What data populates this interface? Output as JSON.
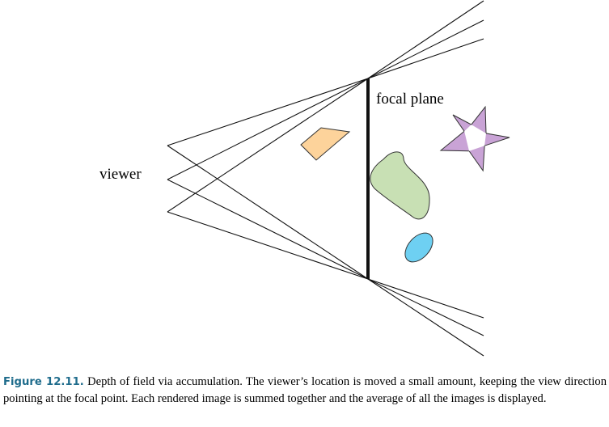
{
  "figure": {
    "labels": {
      "viewer": "viewer",
      "focal_plane": "focal plane"
    },
    "colors": {
      "line": "#111111",
      "quad_fill": "#fdd39b",
      "star_fill": "#c9a3d6",
      "blob_fill": "#c8e0b4",
      "ellipse_fill": "#6ed0f2",
      "shape_stroke": "#333333"
    },
    "shapes": [
      "quadrilateral",
      "star",
      "blob",
      "ellipse"
    ]
  },
  "caption": {
    "label": "Figure 12.11.",
    "text": "Depth of field via accumulation.  The viewer’s location is moved a small amount, keeping the view direction pointing at the focal point. Each rendered image is summed together and the average of all the images is displayed."
  }
}
